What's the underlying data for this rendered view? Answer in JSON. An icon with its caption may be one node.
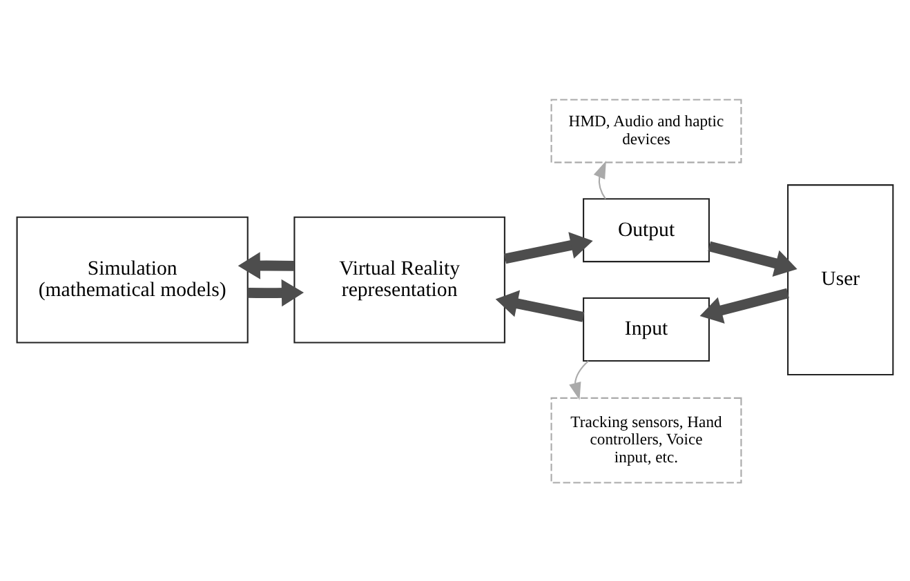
{
  "diagram": {
    "nodes": [
      {
        "text": [
          "Simulation",
          "(mathematical models)"
        ]
      },
      {
        "text": [
          "Virtual Reality representation"
        ]
      },
      {
        "text": [
          "Output"
        ]
      },
      {
        "text": [
          "Input"
        ]
      },
      {
        "text": [
          "User"
        ]
      },
      {
        "text": [
          "HMD, Audio and haptic devices"
        ]
      },
      {
        "text": [
          "Tracking sensors, Hand controllers, Voice input, etc."
        ]
      }
    ],
    "edges": [
      {
        "from": 0,
        "to": 1,
        "arrow": "to"
      },
      {
        "from": 1,
        "to": 0,
        "arrow": "to"
      },
      {
        "from": 1,
        "to": 2,
        "arrow": "to"
      },
      {
        "from": 2,
        "to": 4,
        "arrow": "to"
      },
      {
        "from": 4,
        "to": 3,
        "arrow": "to"
      },
      {
        "from": 3,
        "to": 1,
        "arrow": "to"
      },
      {
        "from": 2,
        "to": 5,
        "arrow": "to",
        "color": "#aaaaaa"
      },
      {
        "from": 3,
        "to": 6,
        "arrow": "to",
        "color": "#aaaaaa"
      }
    ]
  }
}
